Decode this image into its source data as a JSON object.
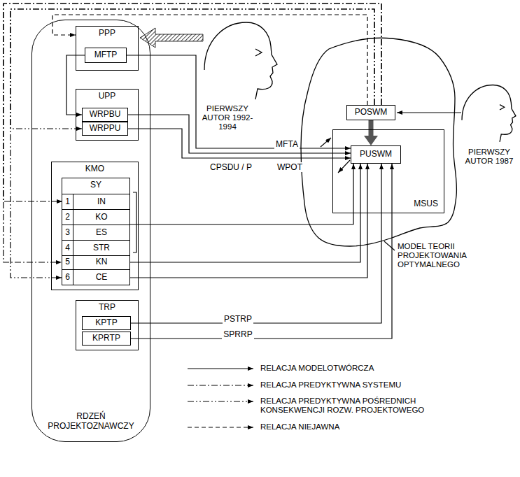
{
  "diagram": {
    "nodes": [
      {
        "text": [
          "RDZEŃ PROJEKTOZNAWCZY"
        ]
      },
      {
        "text": [
          "PPP"
        ],
        "in": 0
      },
      {
        "text": [
          "MFTP"
        ],
        "in": 1
      },
      {
        "text": [
          "UPP"
        ],
        "in": 0
      },
      {
        "text": [
          "WRPBU"
        ],
        "in": 3
      },
      {
        "text": [
          "WRPPU"
        ],
        "in": 3
      },
      {
        "text": [
          "KMO"
        ],
        "in": 0
      },
      {
        "text": [
          "SY"
        ],
        "in": 6
      },
      {
        "text": [
          "1",
          "IN"
        ],
        "in": 7
      },
      {
        "text": [
          "2",
          "KO"
        ],
        "in": 7
      },
      {
        "text": [
          "3",
          "ES"
        ],
        "in": 7
      },
      {
        "text": [
          "4",
          "STR"
        ],
        "in": 7
      },
      {
        "text": [
          "5",
          "KN"
        ],
        "in": 6
      },
      {
        "text": [
          "6",
          "CE"
        ],
        "in": 6
      },
      {
        "text": [
          "TRP"
        ],
        "in": 0
      },
      {
        "text": [
          "KPTP"
        ],
        "in": 14
      },
      {
        "text": [
          "KPRTP"
        ],
        "in": 14
      },
      {
        "text": [
          "POSWM"
        ]
      },
      {
        "text": [
          "MSUS"
        ]
      },
      {
        "text": [
          "PUSWM"
        ],
        "in": 18
      }
    ],
    "edges": [
      {
        "from": 2,
        "to": 4,
        "arrow": "to"
      },
      {
        "from": 2,
        "to": 19,
        "label": "MFTA",
        "arrow": "to"
      },
      {
        "from": 4,
        "to": 19,
        "label": "CPSDU / P",
        "arrow": "to"
      },
      {
        "from": 5,
        "to": 19,
        "label": "WPOT",
        "arrow": "to"
      },
      {
        "from": 7,
        "to": 19,
        "arrow": "to"
      },
      {
        "from": 12,
        "to": 19,
        "arrow": "to"
      },
      {
        "from": 13,
        "to": 19,
        "arrow": "to"
      },
      {
        "from": 15,
        "to": 19,
        "label": "PSTRP",
        "arrow": "to"
      },
      {
        "from": 16,
        "to": 19,
        "label": "SPRRP",
        "arrow": "to"
      },
      {
        "from": 17,
        "to": 19,
        "arrow": "to"
      },
      {
        "from": 17,
        "to": 8,
        "arrow": "to"
      },
      {
        "from": 17,
        "to": 12,
        "arrow": "to"
      },
      {
        "from": 17,
        "to": 5,
        "arrow": "to"
      },
      {
        "from": 17,
        "to": 13,
        "arrow": "to"
      },
      {
        "from": 17,
        "to": 1,
        "arrow": "to"
      }
    ],
    "labels": [
      "PIERWSZY AUTOR 1992-1994",
      "PIERWSZY AUTOR 1987",
      "MODEL TEORII PROJEKTOWANIA OPTYMALNEGO"
    ],
    "legend": [
      {
        "text": "RELACJA MODELOTWÓRCZA"
      },
      {
        "text": "RELACJA PREDYKTYWNA SYSTEMU"
      },
      {
        "text": "RELACJA PREDYKTYWNA POŚREDNICH KONSEKWENCJI ROZW. PROJEKTOWEGO"
      },
      {
        "text": "RELACJA NIEJAWNA"
      }
    ]
  }
}
